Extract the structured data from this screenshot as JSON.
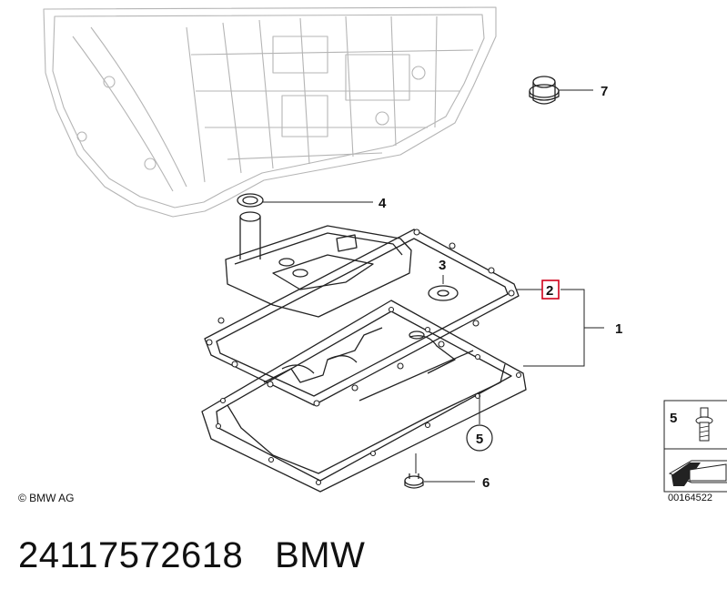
{
  "diagram": {
    "callouts": {
      "c1": "1",
      "c2": "2",
      "c3": "3",
      "c4": "4",
      "c5": "5",
      "c6": "6",
      "c7": "7"
    },
    "legend_box_label": "5",
    "highlight_color": "#d0021b"
  },
  "copyright": "© BMW AG",
  "diagram_code": "00164522",
  "footer": {
    "part_number": "24117572618",
    "brand": "BMW"
  }
}
